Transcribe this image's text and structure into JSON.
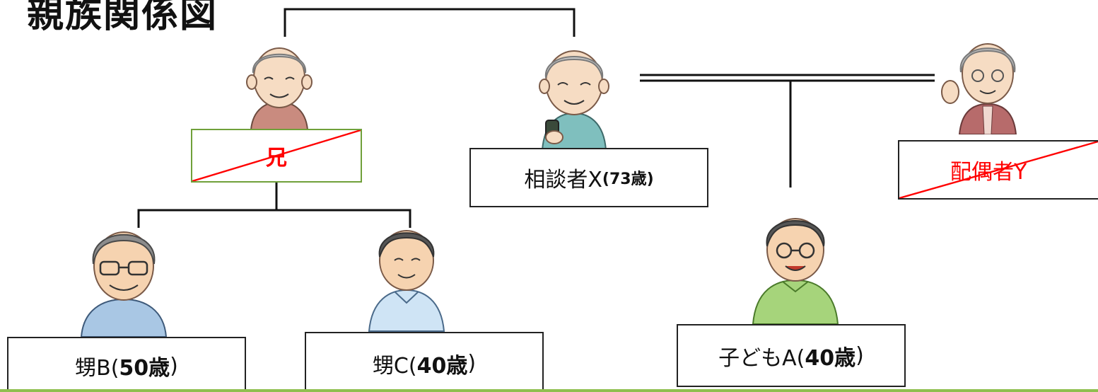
{
  "diagram": {
    "title": "親族関係図"
  },
  "nodes": {
    "brother": {
      "label": "兄",
      "status": "deceased"
    },
    "consultant": {
      "label_prefix": "相談者X",
      "label_age": "(73歳)"
    },
    "spouse": {
      "label": "配偶者Y",
      "status": "deceased"
    },
    "nephew_b": {
      "label_prefix": "甥B(",
      "label_age": "50歳",
      "label_suffix": ")"
    },
    "nephew_c": {
      "label_prefix": "甥C(",
      "label_age": "40歳",
      "label_suffix": ")"
    },
    "child_a": {
      "label_prefix": "子どもA(",
      "label_age": "40歳",
      "label_suffix": ")"
    }
  },
  "colors": {
    "strike_red": "#ff0000",
    "green_border": "#70a03a",
    "bottom_rule": "#8fbf4f"
  }
}
